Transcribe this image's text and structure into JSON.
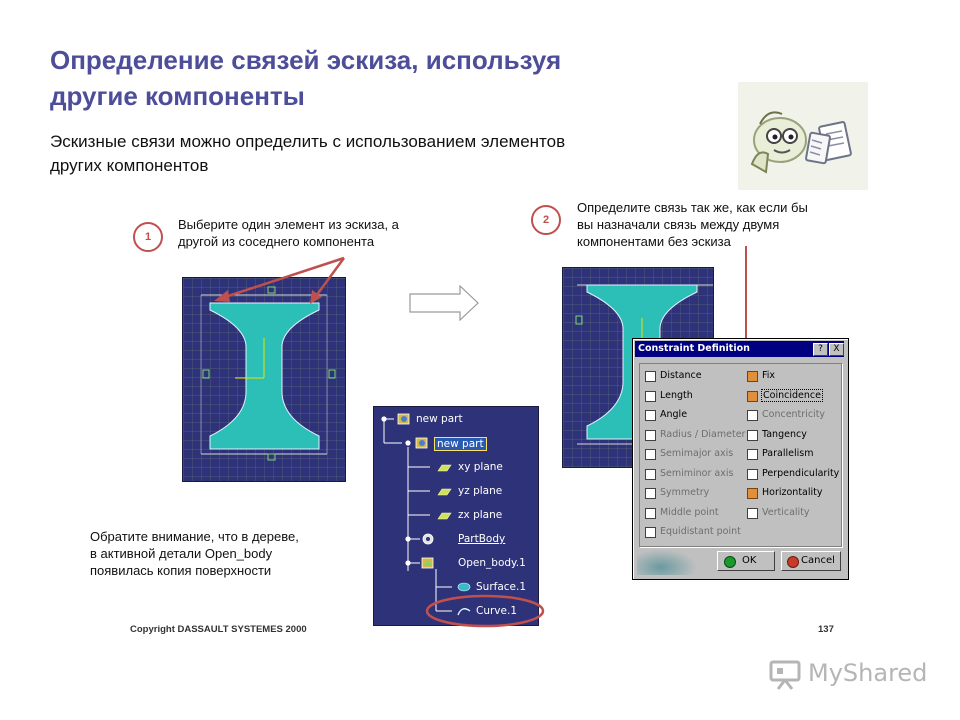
{
  "slide": {
    "title_line1": "Определение связей эскиза, используя",
    "title_line2": "другие компоненты",
    "subtitle_line1": "Эскизные связи можно определить с использованием элементов",
    "subtitle_line2": "других компонентов",
    "step1_number": "1",
    "step1_text_line1": "Выберите один элемент из эскиза, а",
    "step1_text_line2": "другой из соседнего компонента",
    "step2_number": "2",
    "step2_text_line1": "Определите связь так же, как если бы",
    "step2_text_line2": "вы назначали связь между двумя",
    "step2_text_line3": "компонентами без эскиза",
    "note_line1": "Обратите внимание, что в дереве,",
    "note_line2": "в активной детали Open_body",
    "note_line3": "появилась копия поверхности",
    "copyright": "Copyright DASSAULT SYSTEMES 2000",
    "page_number": "137",
    "watermark": "MyShared"
  },
  "tree": {
    "items": [
      "new part",
      "new part",
      "xy plane",
      "yz plane",
      "zx plane",
      "PartBody",
      "Open_body.1",
      "Surface.1",
      "Curve.1"
    ]
  },
  "dialog": {
    "title": "Constraint Definition",
    "help_btn": "?",
    "close_btn": "X",
    "left_options": [
      {
        "label": "Distance",
        "checked": false,
        "enabled": true
      },
      {
        "label": "Length",
        "checked": false,
        "enabled": true
      },
      {
        "label": "Angle",
        "checked": false,
        "enabled": true
      },
      {
        "label": "Radius / Diameter",
        "checked": false,
        "enabled": false
      },
      {
        "label": "Semimajor axis",
        "checked": false,
        "enabled": false
      },
      {
        "label": "Semiminor axis",
        "checked": false,
        "enabled": false
      },
      {
        "label": "Symmetry",
        "checked": false,
        "enabled": false
      },
      {
        "label": "Middle point",
        "checked": false,
        "enabled": false
      },
      {
        "label": "Equidistant point",
        "checked": false,
        "enabled": false
      }
    ],
    "right_options": [
      {
        "label": "Fix",
        "checked": true,
        "enabled": true
      },
      {
        "label": "Coincidence",
        "checked": true,
        "enabled": true
      },
      {
        "label": "Concentricity",
        "checked": false,
        "enabled": false
      },
      {
        "label": "Tangency",
        "checked": false,
        "enabled": true
      },
      {
        "label": "Parallelism",
        "checked": false,
        "enabled": true
      },
      {
        "label": "Perpendicularity",
        "checked": false,
        "enabled": true
      },
      {
        "label": "Horizontality",
        "checked": true,
        "enabled": true
      },
      {
        "label": "Verticality",
        "checked": false,
        "enabled": false
      }
    ],
    "ok_label": "OK",
    "cancel_label": "Cancel"
  },
  "colors": {
    "title": "#4d4d9a",
    "sketch_bg": "#2e3278",
    "profile_fill": "#2bbfb8",
    "accent_red": "#c0504d",
    "dialog_title": "#000080"
  }
}
